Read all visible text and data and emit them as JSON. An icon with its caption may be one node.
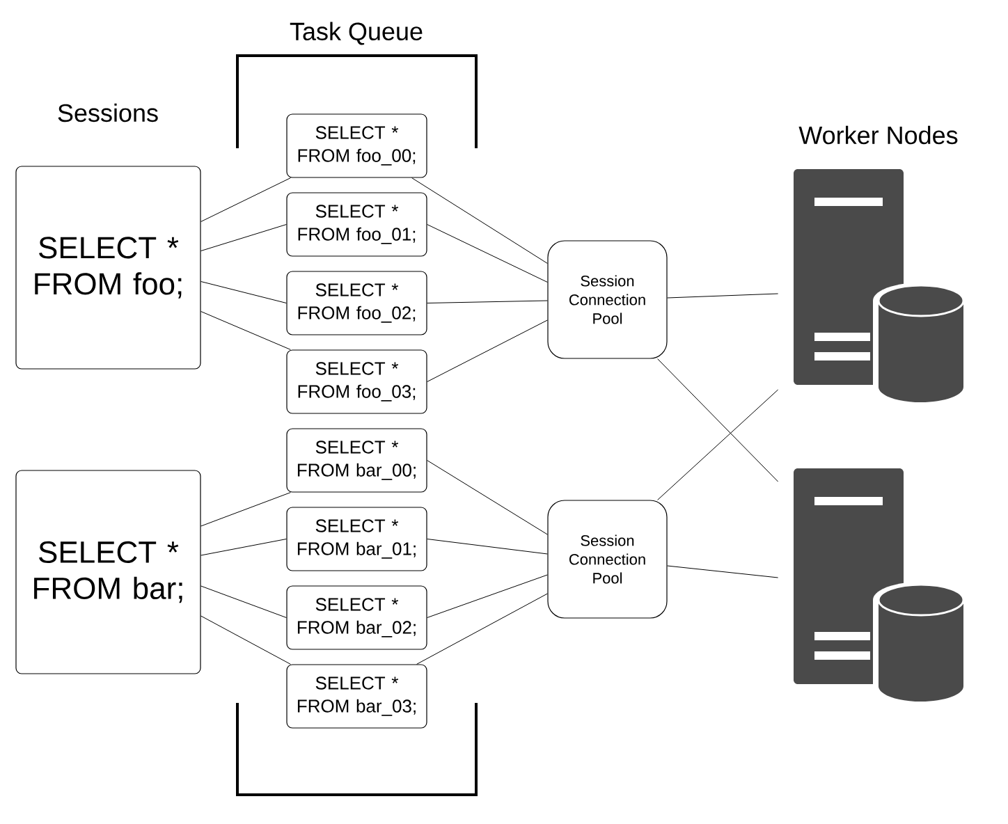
{
  "diagram": {
    "nodes": [
      {
        "text": [
          "SELECT * FROM foo;"
        ]
      },
      {
        "text": [
          "SELECT * FROM bar;"
        ]
      },
      {
        "text": [
          "SELECT * FROM foo_00;"
        ]
      },
      {
        "text": [
          "SELECT * FROM foo_01;"
        ]
      },
      {
        "text": [
          "SELECT * FROM foo_02;"
        ]
      },
      {
        "text": [
          "SELECT * FROM foo_03;"
        ]
      },
      {
        "text": [
          "SELECT * FROM bar_00;"
        ]
      },
      {
        "text": [
          "SELECT * FROM bar_01;"
        ]
      },
      {
        "text": [
          "SELECT * FROM bar_02;"
        ]
      },
      {
        "text": [
          "SELECT * FROM bar_03;"
        ]
      },
      {
        "text": [
          "Session Connection Pool"
        ]
      },
      {
        "text": [
          "Session Connection Pool"
        ]
      },
      {
        "text": [],
        "shape": "picture"
      },
      {
        "text": [],
        "shape": "picture"
      }
    ],
    "edges": [
      {
        "from": 0,
        "to": 2,
        "arrow": "none"
      },
      {
        "from": 0,
        "to": 3,
        "arrow": "none"
      },
      {
        "from": 0,
        "to": 4,
        "arrow": "none"
      },
      {
        "from": 0,
        "to": 5,
        "arrow": "none"
      },
      {
        "from": 1,
        "to": 6,
        "arrow": "none"
      },
      {
        "from": 1,
        "to": 7,
        "arrow": "none"
      },
      {
        "from": 1,
        "to": 8,
        "arrow": "none"
      },
      {
        "from": 1,
        "to": 9,
        "arrow": "none"
      },
      {
        "from": 2,
        "to": 10,
        "arrow": "none"
      },
      {
        "from": 3,
        "to": 10,
        "arrow": "none"
      },
      {
        "from": 4,
        "to": 10,
        "arrow": "none"
      },
      {
        "from": 5,
        "to": 10,
        "arrow": "none"
      },
      {
        "from": 6,
        "to": 11,
        "arrow": "none"
      },
      {
        "from": 7,
        "to": 11,
        "arrow": "none"
      },
      {
        "from": 8,
        "to": 11,
        "arrow": "none"
      },
      {
        "from": 9,
        "to": 11,
        "arrow": "none"
      },
      {
        "from": 10,
        "to": 12,
        "arrow": "none"
      },
      {
        "from": 10,
        "to": 13,
        "arrow": "none"
      },
      {
        "from": 11,
        "to": 12,
        "arrow": "none"
      },
      {
        "from": 11,
        "to": 13,
        "arrow": "none"
      }
    ],
    "labels": [
      "Task Queue",
      "Sessions",
      "Worker Nodes"
    ]
  }
}
